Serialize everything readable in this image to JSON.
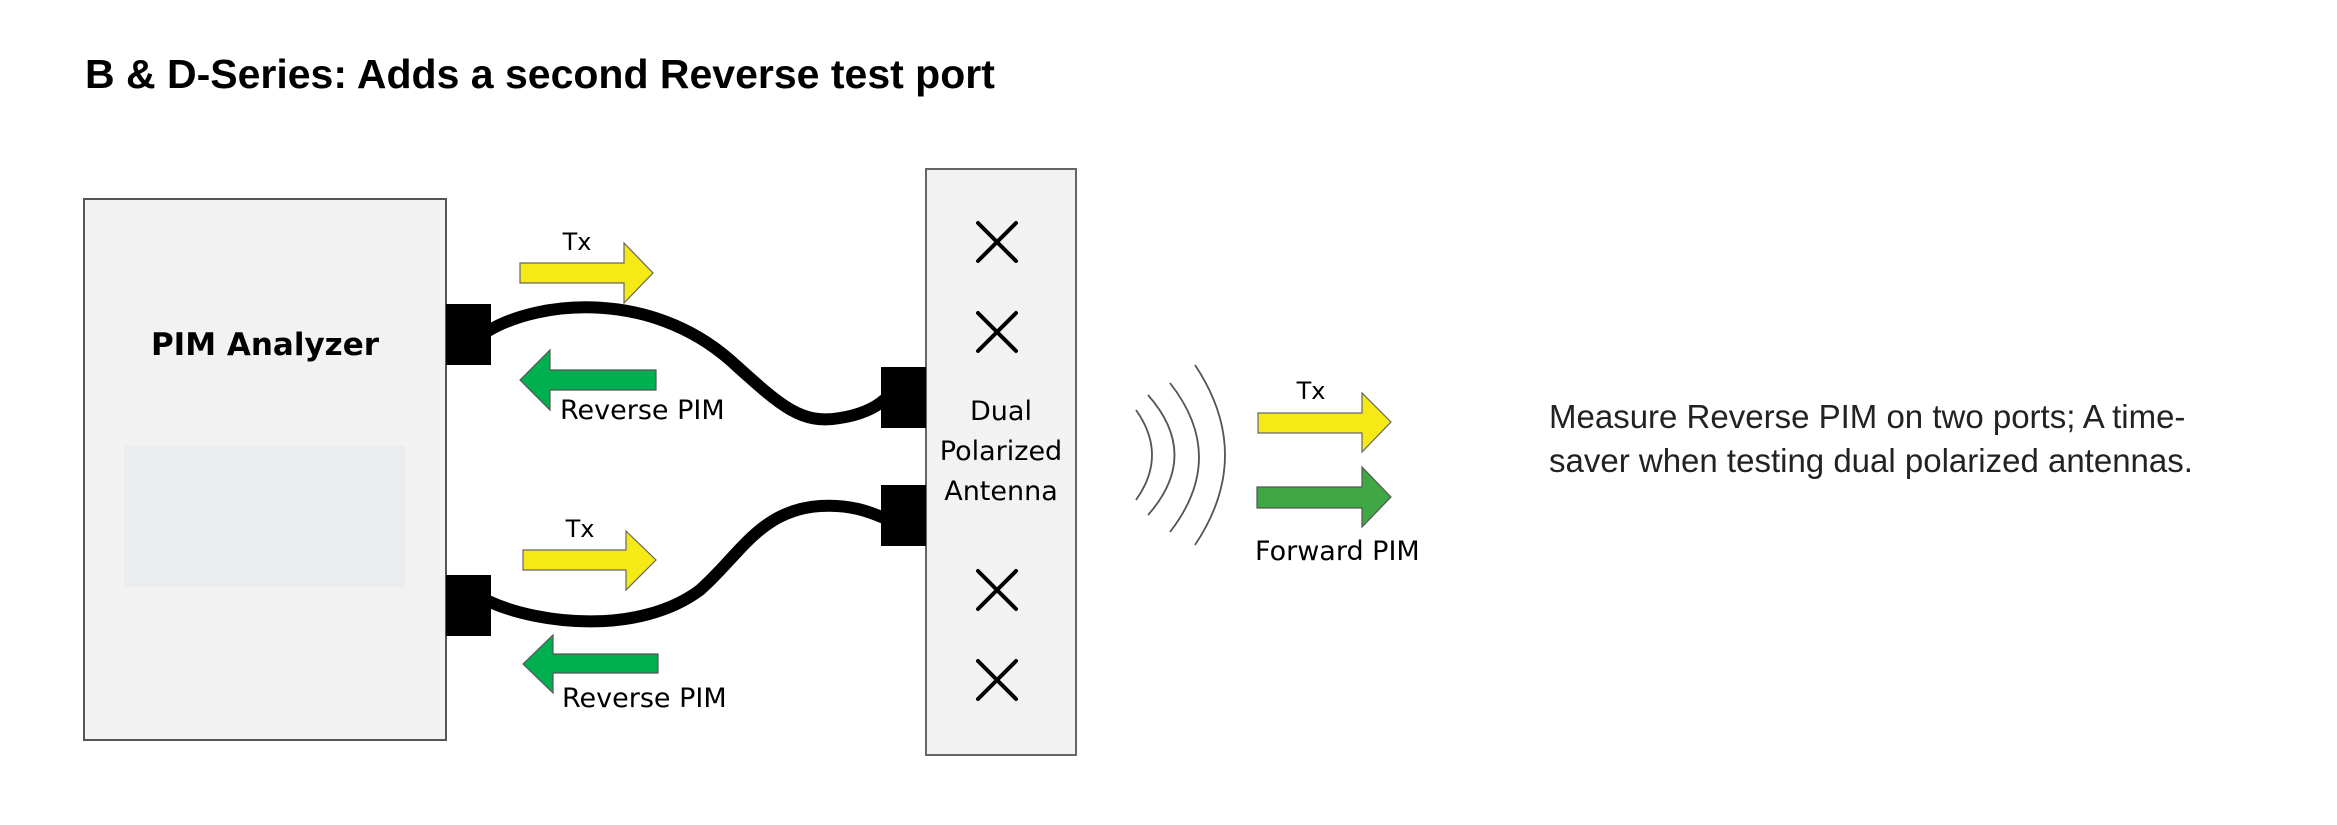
{
  "title": "B & D-Series: Adds a second Reverse test port",
  "analyzer": {
    "label": "PIM Analyzer"
  },
  "antenna": {
    "label_lines": [
      "Dual",
      "Polarized",
      "Antenna"
    ],
    "element_icon": "x-mark-icon",
    "element_count": 4
  },
  "port1": {
    "tx_label": "Tx",
    "reverse_label": "Reverse PIM"
  },
  "port2": {
    "tx_label": "Tx",
    "reverse_label": "Reverse PIM"
  },
  "radiation": {
    "tx_label": "Tx",
    "forward_label": "Forward PIM",
    "wave_icon": "radio-waves-icon",
    "wave_count": 4
  },
  "description": {
    "lines": [
      "Measure Reverse PIM on two ports; A time-",
      "saver when testing dual polarized antennas."
    ]
  },
  "colors": {
    "tx_arrow": "#F5E916",
    "reverse_arrow": "#00B050",
    "forward_arrow": "#3FA845",
    "box_fill": "#F2F2F2",
    "screen_fill": "#EBECEE",
    "connector": "#000000"
  }
}
